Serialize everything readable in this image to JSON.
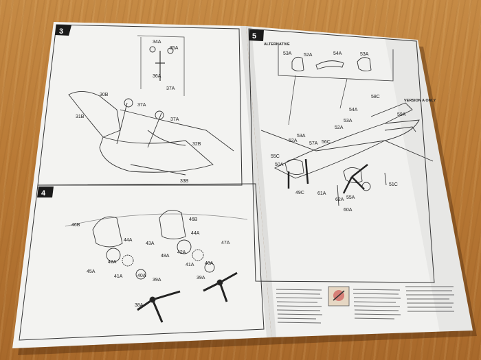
{
  "panels": {
    "step3": {
      "number": "3",
      "parts": [
        "34A",
        "35A",
        "36A",
        "37A",
        "30B",
        "37A",
        "31B",
        "37A",
        "32B",
        "33B"
      ]
    },
    "step4": {
      "number": "4",
      "parts": [
        "46B",
        "44A",
        "43A",
        "42A",
        "45A",
        "41A",
        "40A",
        "39A",
        "38A",
        "46B",
        "44A",
        "47A",
        "48A",
        "42A",
        "41A",
        "40A",
        "39A"
      ]
    },
    "step5": {
      "number": "5",
      "callout_title": "ALTERNATIVE",
      "callout_parts": [
        "53A",
        "52A",
        "54A",
        "53A"
      ],
      "version_note": "VERSION A ONLY",
      "parts": [
        "58C",
        "59A",
        "54A",
        "53A",
        "52A",
        "53A",
        "52A",
        "57A",
        "56C",
        "55C",
        "50A",
        "49C",
        "61A",
        "62A",
        "55A",
        "60A",
        "51C"
      ]
    }
  },
  "colors": {
    "wood": "#b97a36",
    "paper": "#f4f4f2",
    "ink": "#222222",
    "badge": "#1a1a1a"
  }
}
